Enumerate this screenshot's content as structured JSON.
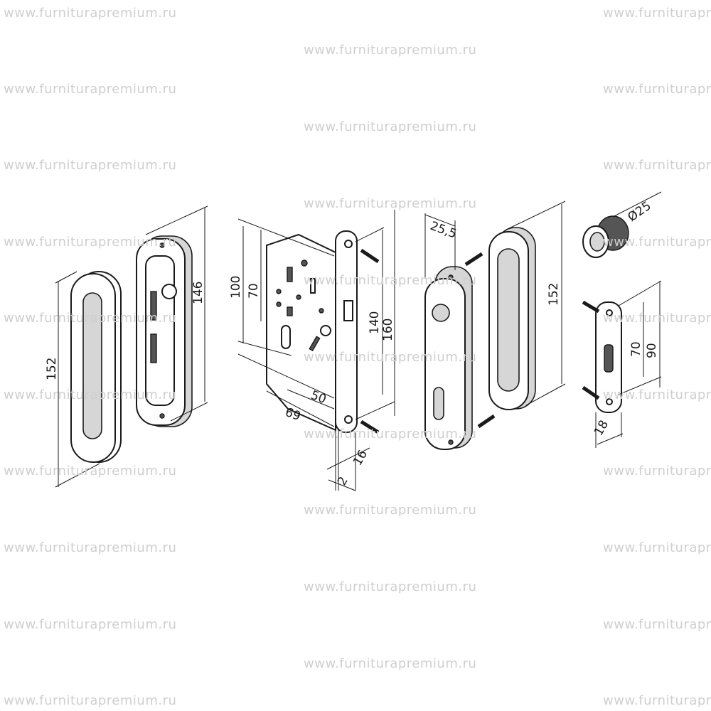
{
  "watermark": "www.furniturapremium.ru",
  "dimensions": {
    "left_handle_height": "152",
    "left_handle_inner_height": "146",
    "lock_height_100": "100",
    "lock_height_70": "70",
    "lock_backset_50": "50",
    "lock_depth_69": "69",
    "faceplate_140": "140",
    "faceplate_160": "160",
    "faceplate_width_16": "16",
    "faceplate_thickness_2": "2",
    "plate_depth": "25,5",
    "right_handle_height": "152",
    "ring_diameter": "Ø25",
    "strike_70": "70",
    "strike_90": "90",
    "strike_width_18": "18"
  }
}
